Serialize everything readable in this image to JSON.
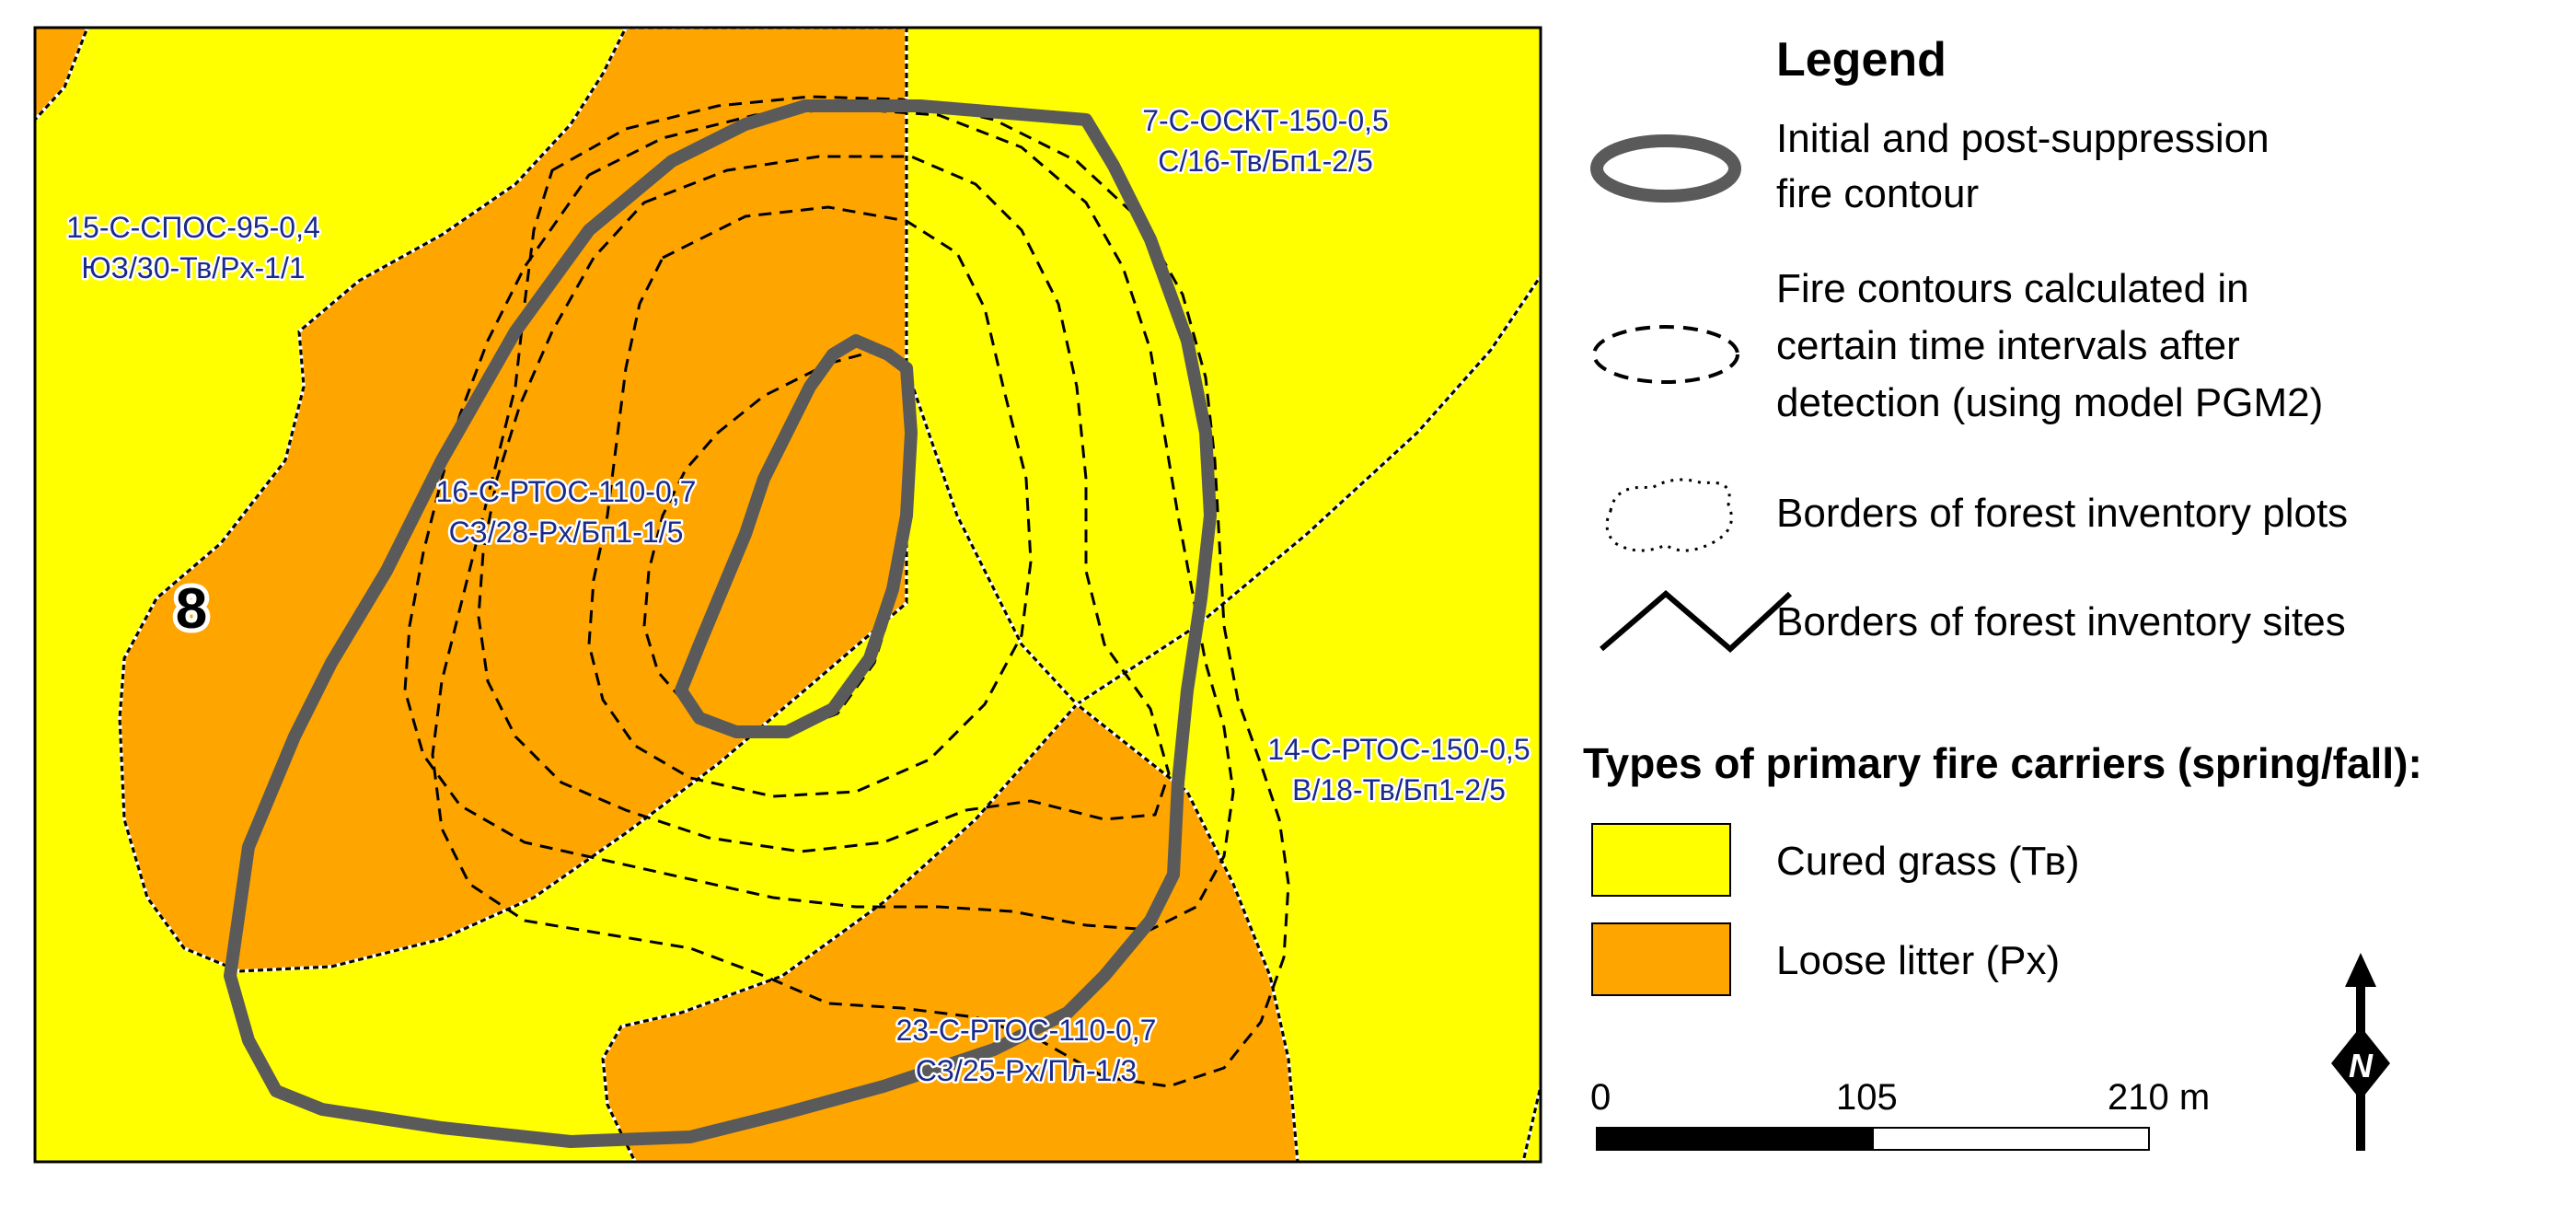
{
  "colors": {
    "cured_grass": "#FFFF00",
    "loose_litter": "#FFA500",
    "suppression_contour": "#5a5a5a",
    "calculated_contour": "#000000"
  },
  "map": {
    "site_number": "8",
    "plots": [
      {
        "id": "plot-15",
        "line1": "15-С-СПОС-95-0,4",
        "line2": "ЮЗ/30-Тв/Рх-1/1"
      },
      {
        "id": "plot-7",
        "line1": "7-С-ОСКТ-150-0,5",
        "line2": "С/16-Тв/Бп1-2/5"
      },
      {
        "id": "plot-16",
        "line1": "16-С-РТОС-110-0,7",
        "line2": "СЗ/28-Рх/Бп1-1/5"
      },
      {
        "id": "plot-14",
        "line1": "14-С-РТОС-150-0,5",
        "line2": "В/18-Тв/Бп1-2/5"
      },
      {
        "id": "plot-23",
        "line1": "23-С-РТОС-110-0,7",
        "line2": "СЗ/25-Рх/Пл-1/3"
      }
    ]
  },
  "legend": {
    "title": "Legend",
    "items": {
      "suppression": {
        "line1": "Initial and post-suppression",
        "line2": "fire contour"
      },
      "calculated": {
        "line1": "Fire contours calculated in",
        "line2": "certain time intervals after",
        "line3": "detection (using model PGM2)"
      },
      "plots": {
        "line1": "Borders of forest inventory plots"
      },
      "sites": {
        "line1": "Borders of forest inventory sites"
      }
    },
    "carriers_title": "Types of primary fire carriers (spring/fall):",
    "carriers": {
      "grass": {
        "label": "Cured grass (Тв)",
        "color_key": "cured_grass"
      },
      "litter": {
        "label": "Loose litter (Рх)",
        "color_key": "loose_litter"
      }
    }
  },
  "scale_bar": {
    "label_0": "0",
    "label_mid": "105",
    "label_end": "210 m"
  },
  "north_arrow": {
    "letter": "N"
  }
}
